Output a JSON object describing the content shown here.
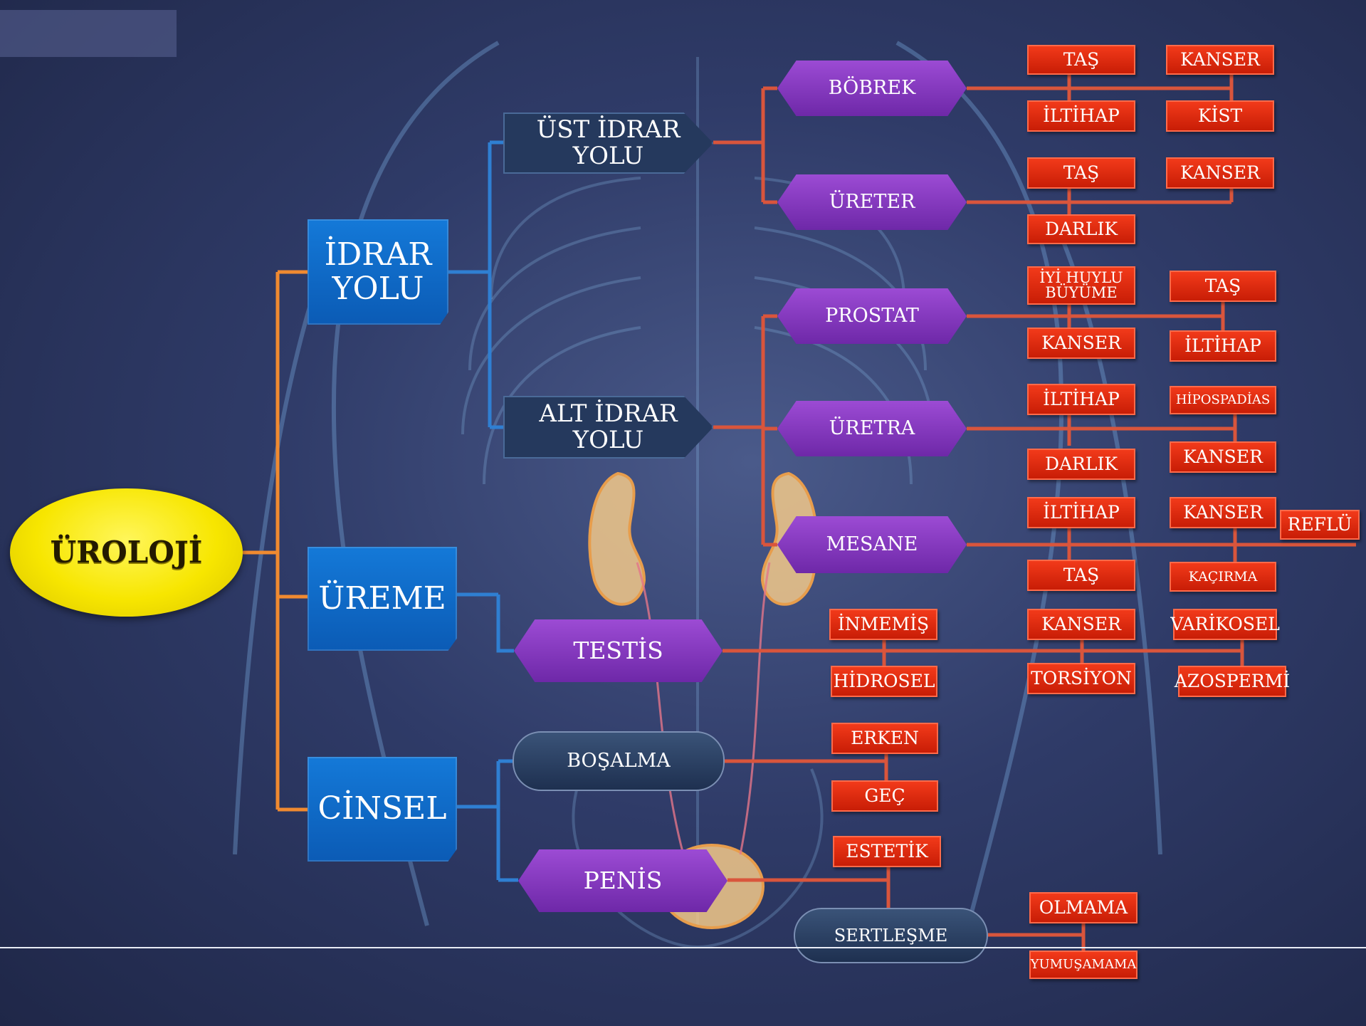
{
  "colors": {
    "connector": "#d9553c",
    "root_branch": "#f08a30",
    "category_branch": "#2f7fd2",
    "organ": "#7d34b8",
    "disease": "#e0260c",
    "root": "#f5e400"
  },
  "root": {
    "label": "ÜROLOJİ"
  },
  "categories": {
    "idrar_yolu": "İDRAR YOLU",
    "ureme": "ÜREME",
    "cinsel": "CİNSEL"
  },
  "subsystems": {
    "ust": "ÜST İDRAR YOLU",
    "alt": "ALT İDRAR YOLU"
  },
  "organs": {
    "bobrek": "BÖBREK",
    "ureter": "ÜRETER",
    "prostat": "PROSTAT",
    "uretra": "ÜRETRA",
    "mesane": "MESANE",
    "testis": "TESTİS",
    "bosalma": "BOŞALMA",
    "penis": "PENİS",
    "sertlesme": "SERTLEŞME"
  },
  "diseases": {
    "bobrek": [
      "TAŞ",
      "KANSER",
      "İLTİHAP",
      "KİST"
    ],
    "ureter": [
      "TAŞ",
      "KANSER",
      "DARLIK"
    ],
    "prostat": [
      "İYİ HUYLU BÜYÜME",
      "TAŞ",
      "KANSER",
      "İLTİHAP"
    ],
    "uretra": [
      "İLTİHAP",
      "HİPOSPADİAS",
      "DARLIK",
      "KANSER"
    ],
    "mesane": [
      "İLTİHAP",
      "KANSER",
      "REFLÜ",
      "TAŞ",
      "KAÇIRMA"
    ],
    "testis": [
      "İNMEMİŞ",
      "KANSER",
      "VARİKOSEL",
      "HİDROSEL",
      "TORSİYON",
      "AZOSPERMİ"
    ],
    "bosalma": [
      "ERKEN",
      "GEÇ"
    ],
    "penis": [
      "ESTETİK"
    ],
    "sertlesme": [
      "OLMAMA",
      "YUMUŞAMAMA"
    ]
  }
}
